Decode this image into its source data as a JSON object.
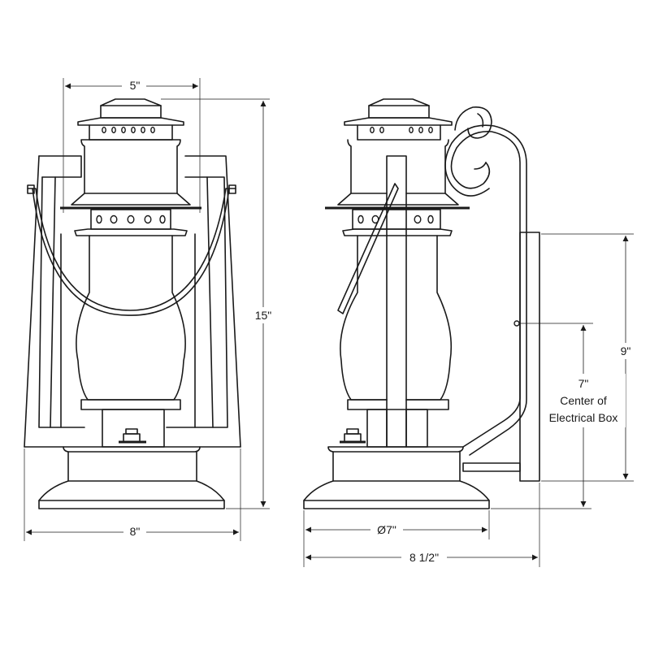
{
  "labels": {
    "width_top": "5\"",
    "height": "15\"",
    "width_base": "8\"",
    "diameter_symbol": "Ø",
    "diameter": "7\"",
    "depth": "8 1/2\"",
    "plate_height": "9\"",
    "center_value": "7\"",
    "center_line1": "Center of",
    "center_line2": "Electrical Box"
  }
}
